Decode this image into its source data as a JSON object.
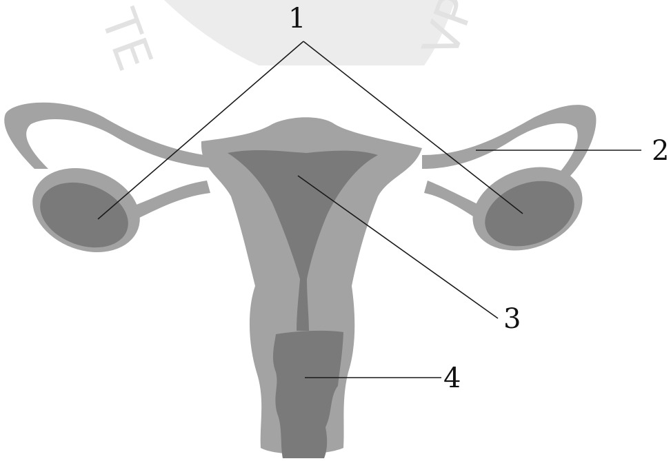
{
  "labels": {
    "l1": "1",
    "l2": "2",
    "l3": "3",
    "l4": "4"
  },
  "watermark": {
    "left_text": "TE",
    "right_text": "VP"
  },
  "colors": {
    "organ_tissue": "#a3a3a3",
    "organ_cavity": "#7a7a7a",
    "leader_line": "#1a1a1a",
    "watermark": "#ececec"
  }
}
